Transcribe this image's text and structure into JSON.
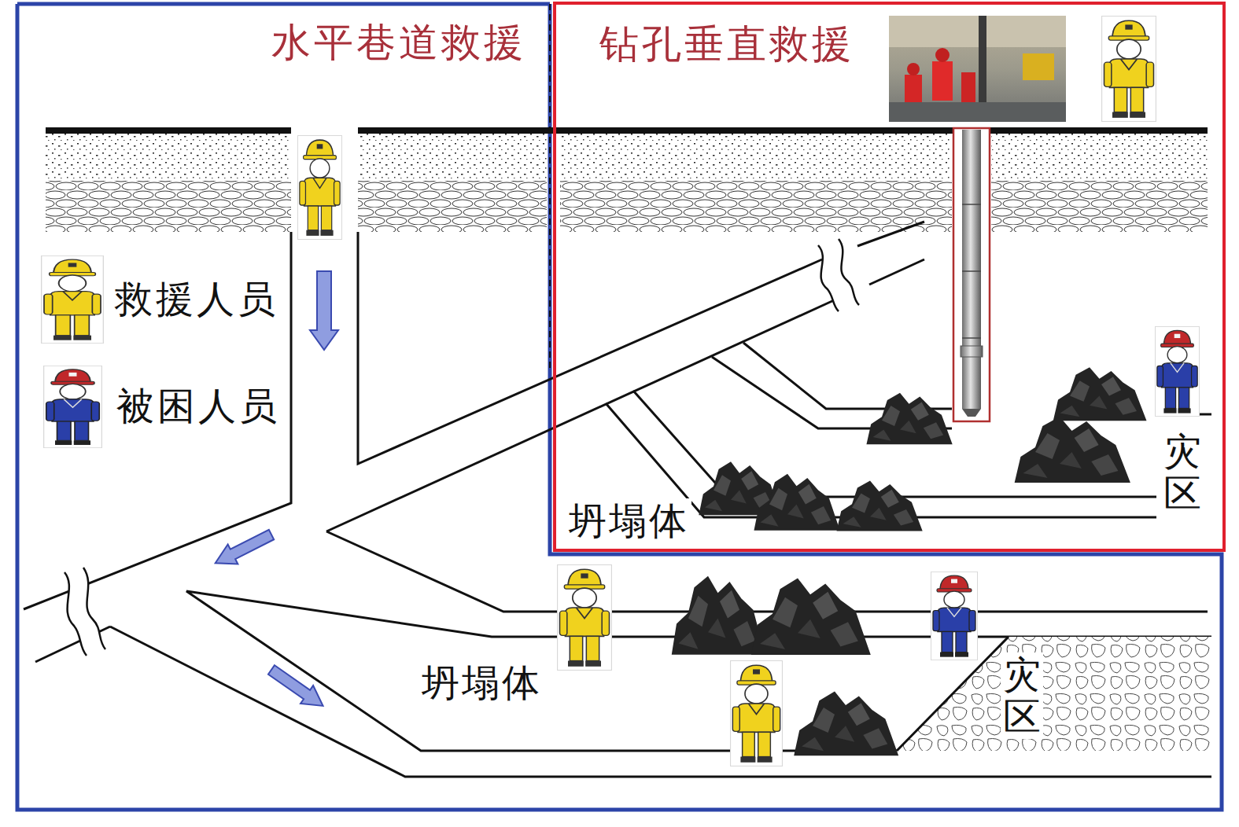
{
  "diagram": {
    "nodes": [
      {
        "text": [
          "水平巷道救援"
        ]
      },
      {
        "text": [
          "钻孔垂直救援"
        ]
      }
    ],
    "labels": [
      "灾区",
      "坍塌体",
      "坍塌体",
      "灾区"
    ],
    "legend": [
      {
        "text": "救援人员"
      },
      {
        "text": "被困人员"
      }
    ]
  }
}
